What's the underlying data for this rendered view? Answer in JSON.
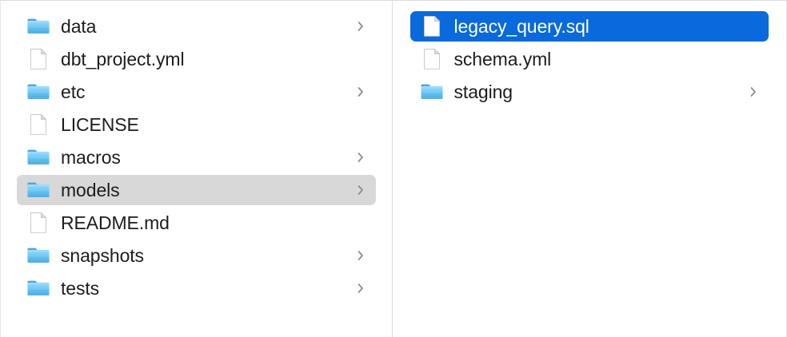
{
  "app": {
    "name": "finder-column-view",
    "view_mode": "column"
  },
  "colors": {
    "selection_active": "#0a69dc",
    "selection_inactive": "#d8d8d8",
    "text_primary": "#1d1d1f",
    "text_selected": "#ffffff",
    "chevron": "#8a8a8e",
    "folder_tab": "#3f9fe0",
    "folder_body": "#7fd0f7",
    "folder_body_dark": "#5cb6e8",
    "file_body": "#ffffff",
    "file_border": "#c8c8cc",
    "divider": "#dcdcde",
    "background": "#ffffff"
  },
  "columns": [
    {
      "name": "parent-column",
      "items": [
        {
          "label": "data",
          "icon": "folder-icon",
          "kind": "folder",
          "has_chevron": true,
          "selected": "none"
        },
        {
          "label": "dbt_project.yml",
          "icon": "document-icon",
          "kind": "file",
          "has_chevron": false,
          "selected": "none"
        },
        {
          "label": "etc",
          "icon": "folder-icon",
          "kind": "folder",
          "has_chevron": true,
          "selected": "none"
        },
        {
          "label": "LICENSE",
          "icon": "document-icon",
          "kind": "file",
          "has_chevron": false,
          "selected": "none"
        },
        {
          "label": "macros",
          "icon": "folder-icon",
          "kind": "folder",
          "has_chevron": true,
          "selected": "none"
        },
        {
          "label": "models",
          "icon": "folder-icon",
          "kind": "folder",
          "has_chevron": true,
          "selected": "inactive"
        },
        {
          "label": "README.md",
          "icon": "document-icon",
          "kind": "file",
          "has_chevron": false,
          "selected": "none"
        },
        {
          "label": "snapshots",
          "icon": "folder-icon",
          "kind": "folder",
          "has_chevron": true,
          "selected": "none"
        },
        {
          "label": "tests",
          "icon": "folder-icon",
          "kind": "folder",
          "has_chevron": true,
          "selected": "none"
        }
      ]
    },
    {
      "name": "child-column",
      "items": [
        {
          "label": "legacy_query.sql",
          "icon": "document-icon",
          "kind": "file",
          "has_chevron": false,
          "selected": "active"
        },
        {
          "label": "schema.yml",
          "icon": "document-icon",
          "kind": "file",
          "has_chevron": false,
          "selected": "none"
        },
        {
          "label": "staging",
          "icon": "folder-icon",
          "kind": "folder",
          "has_chevron": true,
          "selected": "none"
        }
      ]
    }
  ]
}
